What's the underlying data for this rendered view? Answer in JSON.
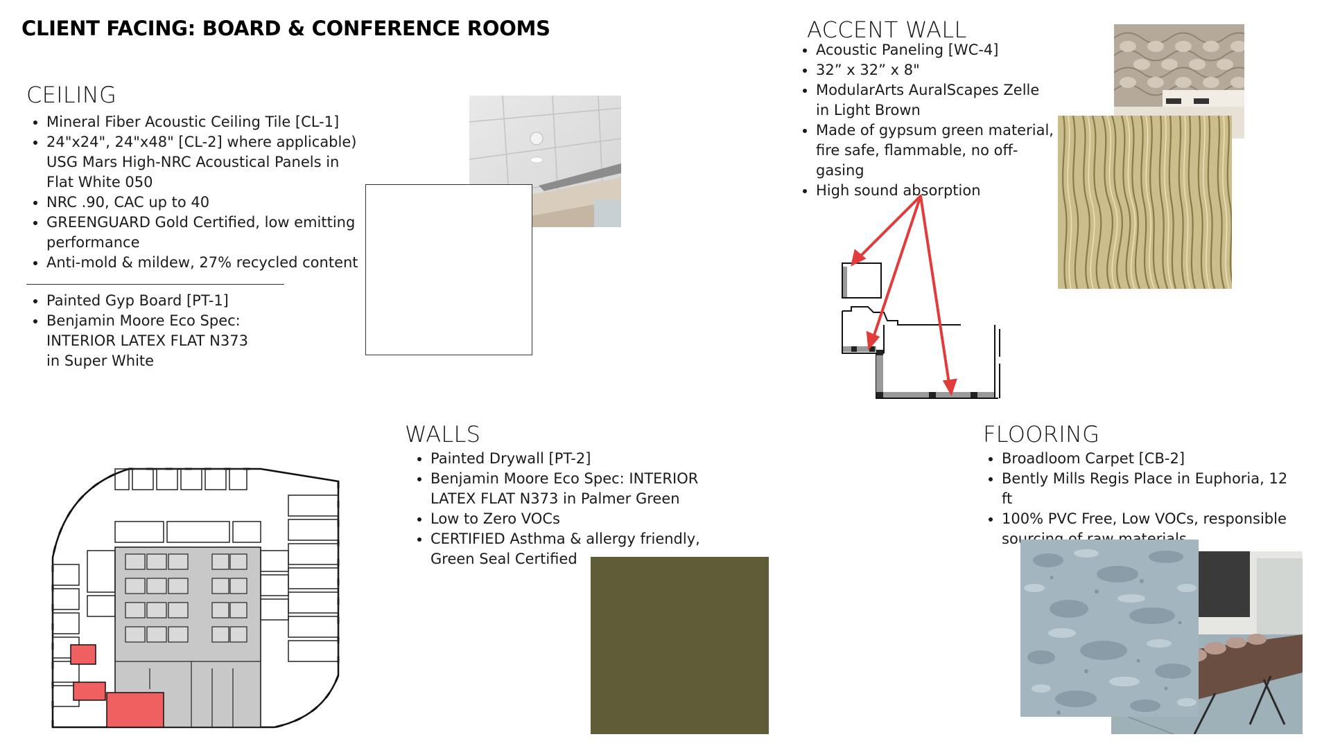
{
  "page": {
    "title": "CLIENT FACING: BOARD & CONFERENCE ROOMS"
  },
  "ceiling": {
    "heading": "CEILING",
    "items": [
      "Mineral Fiber Acoustic Ceiling Tile [CL-1]",
      "24\"x24\", 24\"x48\" [CL-2] where applicable) USG Mars High-NRC Acoustical Panels in Flat White 050",
      "NRC .90, CAC up to 40",
      "GREENGUARD Gold Certified, low emitting performance",
      "Anti-mold & mildew, 27% recycled content"
    ],
    "paint_items": [
      "Painted Gyp Board [PT-1]",
      "Benjamin Moore Eco Spec: INTERIOR LATEX FLAT N373 in Super White"
    ]
  },
  "accent_wall": {
    "heading": "ACCENT WALL",
    "items": [
      "Acoustic Paneling [WC-4]",
      "32” x 32” x 8\"",
      "ModularArts AuralScapes Zelle in Light Brown",
      "Made of gypsum green material, fire safe, flammable, no off-gasing",
      "High sound absorption"
    ]
  },
  "walls": {
    "heading": "WALLS",
    "items": [
      "Painted Drywall [PT-2]",
      "Benjamin Moore Eco Spec: INTERIOR LATEX FLAT N373 in Palmer Green",
      "Low to Zero VOCs",
      "CERTIFIED Asthma & allergy friendly, Green Seal Certified"
    ]
  },
  "flooring": {
    "heading": "FLOORING",
    "items": [
      "Broadloom Carpet [CB-2]",
      "Bently Mills Regis Place in Euphoria, 12 ft",
      "100% PVC Free, Low VOCs, responsible sourcing of raw materials"
    ]
  },
  "colors": {
    "super_white": "#ffffff",
    "palmer_green": "#5e5d38",
    "highlight_red": "#f06060",
    "arrow_red": "#e23b3b"
  }
}
